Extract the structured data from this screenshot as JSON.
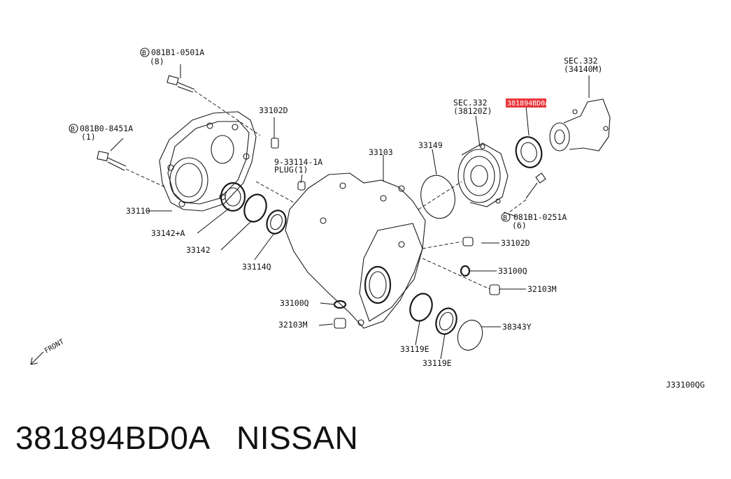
{
  "diagram": {
    "id_code": "J33100QG",
    "callouts": {
      "bolt_top": "081B1-0501A",
      "bolt_top_qty": "(8)",
      "bolt_left": "081B0-8451A",
      "bolt_left_qty": "(1)",
      "bolt_right": "081B1-0251A",
      "bolt_right_qty": "(6)",
      "c33102D_top": "33102D",
      "c33102D_right": "33102D",
      "plug_ref": "9-33114-1A",
      "plug_label": "PLUG(1)",
      "c33103": "33103",
      "c33149": "33149",
      "sec332_a": "SEC.332",
      "sec332_a_ref": "(38120Z)",
      "sec332_b": "SEC.332",
      "sec332_b_ref": "(34140M)",
      "highlight": "381894BD0A",
      "c33110": "33110",
      "c33142A": "33142+A",
      "c33142": "33142",
      "c33114Q": "33114Q",
      "c33100Q_right": "33100Q",
      "c32103M_right": "32103M",
      "c33100Q_left": "33100Q",
      "c32103M_left": "32103M",
      "c33119E_a": "33119E",
      "c33119E_b": "33119E",
      "c38343Y": "38343Y",
      "front": "FRONT"
    }
  },
  "caption": {
    "part_number": "381894BD0A",
    "brand": "NISSAN"
  }
}
